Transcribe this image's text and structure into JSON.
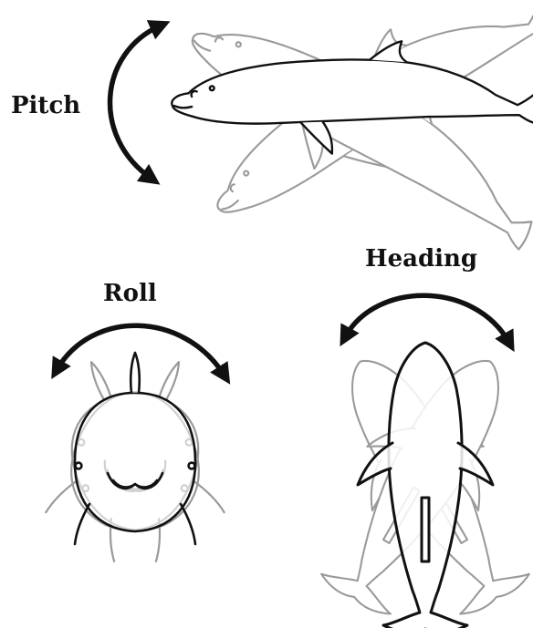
{
  "labels": {
    "pitch": "Pitch",
    "roll": "Roll",
    "heading": "Heading"
  },
  "colors": {
    "primary_outline": "#111111",
    "ghost_outline": "#9a9a9a",
    "background": "#ffffff"
  },
  "icons": {
    "pitch_arrow": "curved-double-arrow-vertical",
    "roll_arrow": "curved-double-arrow-horizontal",
    "heading_arrow": "curved-double-arrow-horizontal",
    "animal": "dolphin"
  }
}
